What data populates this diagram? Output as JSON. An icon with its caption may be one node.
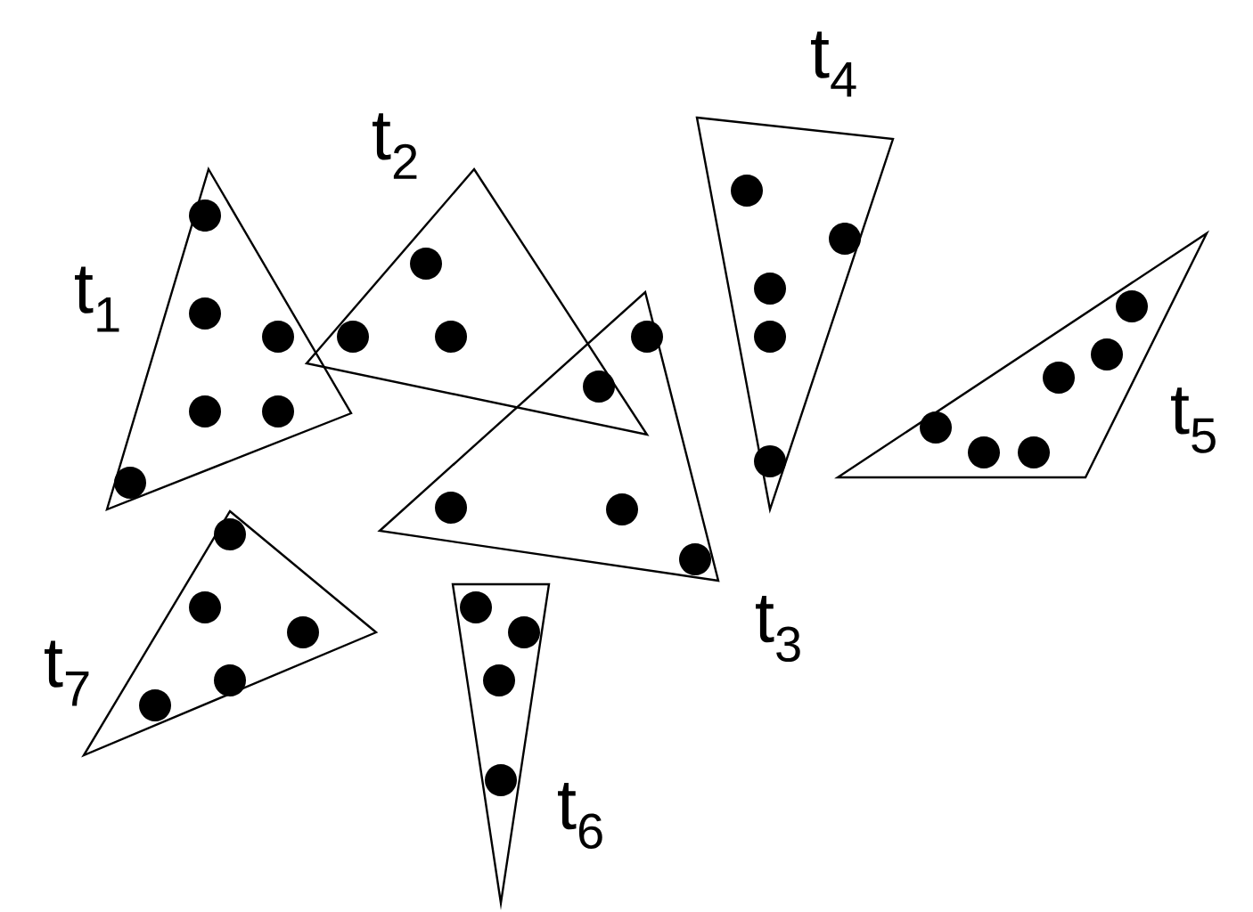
{
  "diagram": {
    "nodes": [
      {
        "text": [],
        "shape": "triangle",
        "beside": [
          "t$_{1}$"
        ]
      },
      {
        "text": [],
        "shape": "triangle",
        "beside": [
          "t$_{2}$"
        ]
      },
      {
        "text": [],
        "shape": "triangle",
        "beside": [
          "t$_{3}$"
        ]
      },
      {
        "text": [],
        "shape": "triangle",
        "beside": [
          "t$_{4}$"
        ]
      },
      {
        "text": [],
        "shape": "triangle",
        "beside": [
          "t$_{5}$"
        ]
      },
      {
        "text": [],
        "shape": "triangle",
        "beside": [
          "t$_{6}$"
        ]
      },
      {
        "text": [],
        "shape": "triangle",
        "beside": [
          "t$_{7}$"
        ]
      }
    ]
  }
}
